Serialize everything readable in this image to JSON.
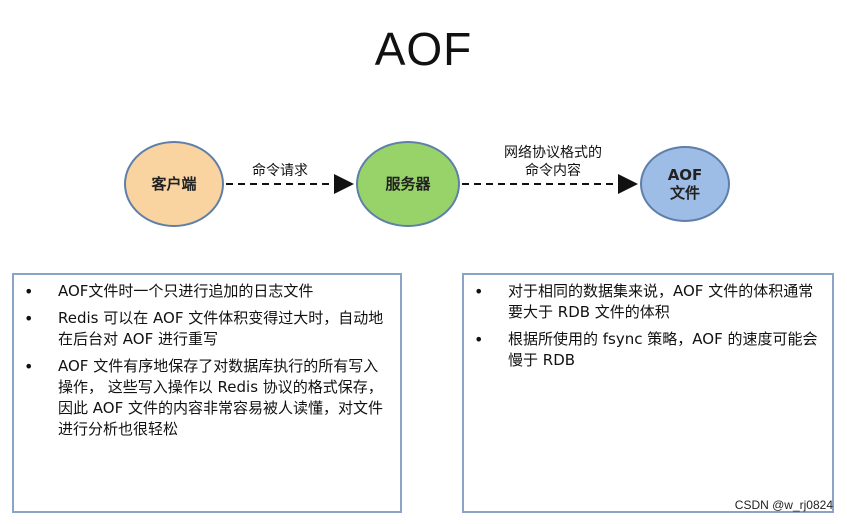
{
  "title": "AOF",
  "nodes": {
    "client": "客户端",
    "server": "服务器",
    "aof_line1": "AOF",
    "aof_line2": "文件"
  },
  "edges": {
    "command_request": "命令请求",
    "protocol_line1": "网络协议格式的",
    "protocol_line2": "命令内容"
  },
  "left_box": {
    "items": [
      "AOF文件时一个只进行追加的日志文件",
      "Redis 可以在 AOF 文件体积变得过大时，自动地在后台对 AOF 进行重写",
      "AOF 文件有序地保存了对数据库执行的所有写入操作， 这些写入操作以 Redis 协议的格式保存， 因此 AOF 文件的内容非常容易被人读懂，对文件进行分析也很轻松"
    ]
  },
  "right_box": {
    "items": [
      "对于相同的数据集来说，AOF 文件的体积通常要大于 RDB 文件的体积",
      "根据所使用的 fsync 策略，AOF 的速度可能会慢于 RDB"
    ]
  },
  "watermark": "CSDN @w_rj0824",
  "colors": {
    "client_fill": "#f9d3a0",
    "server_fill": "#97d369",
    "aof_fill": "#9dbde6",
    "node_border": "#5f7fa8",
    "box_border": "#8ba4c6"
  }
}
